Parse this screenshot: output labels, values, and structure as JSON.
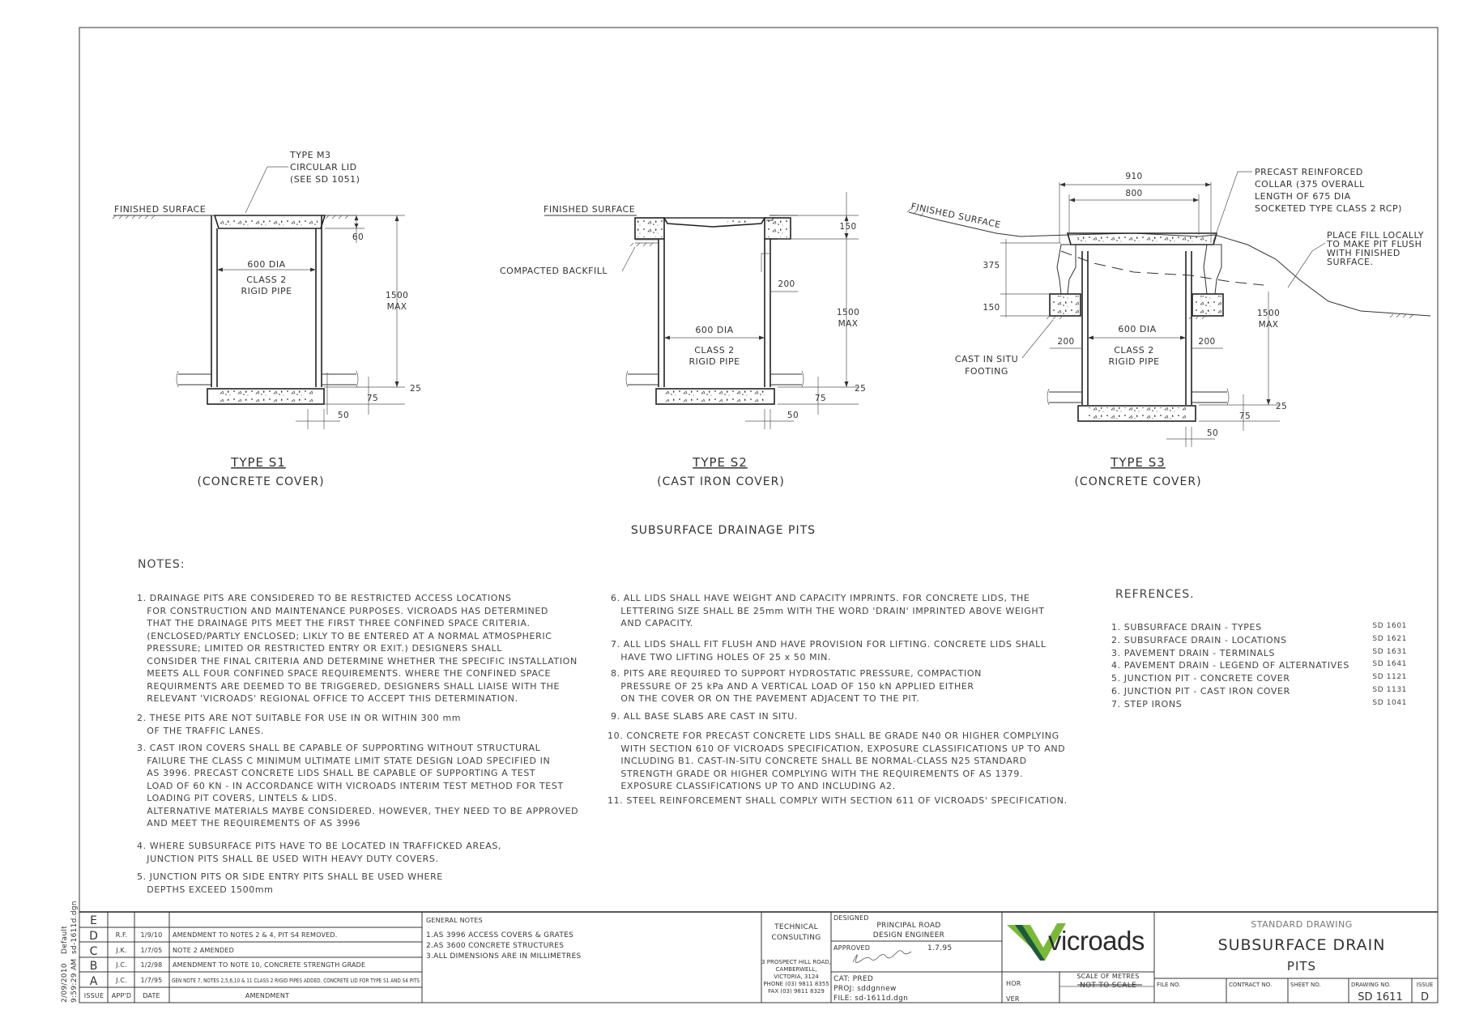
{
  "types": [
    {
      "title": "TYPE S1",
      "sub": "(CONCRETE COVER)"
    },
    {
      "title": "TYPE S2",
      "sub": "(CAST IRON COVER)"
    },
    {
      "title": "TYPE S3",
      "sub": "(CONCRETE COVER)"
    }
  ],
  "main_title": "SUBSURFACE DRAINAGE PITS",
  "labels": {
    "finished_surface": "FINISHED SURFACE",
    "lid_1": "TYPE M3",
    "lid_2": "CIRCULAR LID",
    "lid_3": "(SEE SD 1051)",
    "dia": "600 DIA",
    "pipe_1": "CLASS 2",
    "pipe_2": "RIGID PIPE",
    "max_1": "1500",
    "max_2": "MAX",
    "compacted": "COMPACTED BACKFILL",
    "footing_1": "CAST IN SITU",
    "footing_2": "FOOTING",
    "collar_1": "PRECAST REINFORCED",
    "collar_2": "COLLAR (375 OVERALL",
    "collar_3": "LENGTH OF 675 DIA",
    "collar_4": "SOCKETED TYPE CLASS 2 RCP)",
    "fill_1": "PLACE FILL LOCALLY",
    "fill_2": "TO MAKE PIT FLUSH",
    "fill_3": "WITH FINISHED",
    "fill_4": "SURFACE.",
    "d60": "60",
    "d25": "25",
    "d75": "75",
    "d50": "50",
    "d150": "150",
    "d200": "200",
    "d910": "910",
    "d800": "800",
    "d375": "375"
  },
  "notes_heading": "NOTES:",
  "notes_left": [
    "1. DRAINAGE PITS ARE CONSIDERED TO BE RESTRICTED ACCESS LOCATIONS\n   FOR CONSTRUCTION AND MAINTENANCE PURPOSES. VICROADS HAS DETERMINED\n   THAT THE DRAINAGE PITS MEET THE FIRST THREE CONFINED SPACE CRITERIA.\n   (ENCLOSED/PARTLY ENCLOSED; LIKLY TO BE ENTERED AT A NORMAL ATMOSPHERIC\n   PRESSURE; LIMITED OR RESTRICTED ENTRY OR EXIT.) DESIGNERS SHALL\n   CONSIDER THE FINAL CRITERIA AND DETERMINE WHETHER THE SPECIFIC INSTALLATION\n   MEETS ALL FOUR CONFINED SPACE REQUIREMENTS. WHERE THE CONFINED SPACE\n   REQUIRMENTS ARE DEEMED TO BE TRIGGERED, DESIGNERS SHALL LIAISE WITH THE\n   RELEVANT 'VICROADS' REGIONAL OFFICE TO ACCEPT THIS DETERMINATION.",
    "2. THESE PITS ARE NOT SUITABLE FOR USE IN OR WITHIN 300 mm\n   OF THE TRAFFIC LANES.",
    "3. CAST IRON COVERS SHALL BE CAPABLE OF SUPPORTING WITHOUT STRUCTURAL\n   FAILURE THE CLASS C MINIMUM ULTIMATE LIMIT STATE DESIGN LOAD SPECIFIED IN\n   AS 3996. PRECAST CONCRETE LIDS SHALL BE CAPABLE OF SUPPORTING A TEST\n   LOAD OF 60 KN - IN ACCORDANCE WITH VICROADS INTERIM TEST METHOD FOR TEST\n   LOADING PIT COVERS, LINTELS & LIDS.\n   ALTERNATIVE MATERIALS MAYBE CONSIDERED. HOWEVER, THEY NEED TO BE APPROVED\n   AND MEET THE REQUIREMENTS OF AS 3996",
    "4. WHERE SUBSURFACE PITS HAVE TO BE LOCATED IN TRAFFICKED AREAS,\n   JUNCTION PITS SHALL BE USED WITH HEAVY DUTY COVERS.",
    "5. JUNCTION PITS OR SIDE ENTRY PITS SHALL BE USED WHERE\n   DEPTHS EXCEED 1500mm"
  ],
  "notes_right": [
    "6. ALL LIDS SHALL HAVE WEIGHT AND CAPACITY IMPRINTS. FOR CONCRETE LIDS, THE\n   LETTERING SIZE SHALL BE 25mm WITH THE WORD 'DRAIN' IMPRINTED ABOVE WEIGHT\n   AND CAPACITY.",
    "7. ALL LIDS SHALL FIT FLUSH AND HAVE PROVISION FOR LIFTING. CONCRETE LIDS SHALL\n   HAVE TWO LIFTING HOLES OF 25 x 50 MIN.",
    "8. PITS ARE REQUIRED TO SUPPORT HYDROSTATIC PRESSURE, COMPACTION\n   PRESSURE OF 25 kPa AND A VERTICAL LOAD OF 150 kN APPLIED EITHER\n   ON THE COVER OR ON THE PAVEMENT ADJACENT TO THE PIT.",
    "9. ALL BASE SLABS ARE CAST IN SITU.",
    "10. CONCRETE FOR PRECAST CONCRETE LIDS SHALL BE GRADE N40 OR HIGHER COMPLYING\n    WITH SECTION 610 OF VICROADS SPECIFICATION, EXPOSURE CLASSIFICATIONS UP TO AND\n    INCLUDING B1. CAST-IN-SITU CONCRETE SHALL BE NORMAL-CLASS N25 STANDARD\n    STRENGTH GRADE OR HIGHER COMPLYING WITH THE REQUIREMENTS OF AS 1379.\n    EXPOSURE CLASSIFICATIONS UP TO AND INCLUDING A2.",
    "11. STEEL REINFORCEMENT SHALL COMPLY WITH SECTION 611 OF VICROADS' SPECIFICATION."
  ],
  "references_heading": "REFRENCES.",
  "references": [
    {
      "text": "1. SUBSURFACE DRAIN - TYPES",
      "code": "SD 1601"
    },
    {
      "text": "2. SUBSURFACE DRAIN - LOCATIONS",
      "code": "SD 1621"
    },
    {
      "text": "3. PAVEMENT DRAIN - TERMINALS",
      "code": "SD 1631"
    },
    {
      "text": "4. PAVEMENT DRAIN - LEGEND OF ALTERNATIVES",
      "code": "SD 1641"
    },
    {
      "text": "5. JUNCTION PIT - CONCRETE COVER",
      "code": "SD 1121"
    },
    {
      "text": "6. JUNCTION PIT - CAST IRON COVER",
      "code": "SD 1131"
    },
    {
      "text": "7. STEP IRONS",
      "code": "SD 1041"
    }
  ],
  "side_stamp": [
    "2/09/2010",
    "Default",
    "9:59:29 AM",
    "sd-1611d.dgn"
  ],
  "title_block": {
    "issues": [
      {
        "issue": "E",
        "appd": "",
        "date": "",
        "amendment": ""
      },
      {
        "issue": "D",
        "appd": "R.F.",
        "date": "1/9/10",
        "amendment": "AMENDMENT TO NOTES 2 & 4, PIT S4 REMOVED."
      },
      {
        "issue": "C",
        "appd": "J.K.",
        "date": "1/7/05",
        "amendment": "NOTE 2 AMENDED"
      },
      {
        "issue": "B",
        "appd": "J.C.",
        "date": "1/2/98",
        "amendment": "AMENDMENT TO NOTE 10, CONCRETE STRENGTH GRADE"
      },
      {
        "issue": "A",
        "appd": "J.C.",
        "date": "1/7/95",
        "amendment": "GEN NOTE 7, NOTES 2,5,6,10 & 11 CLASS 2 RIGID PIPES ADDED. CONCRETE LID FOR TYPE S1 AND S4 PITS"
      }
    ],
    "headers": {
      "issue": "ISSUE",
      "appd": "APP'D",
      "date": "DATE",
      "amendment": "AMENDMENT"
    },
    "general_notes_title": "GENERAL NOTES",
    "general_notes": [
      "1.AS 3996 ACCESS COVERS & GRATES",
      "2.AS 3600 CONCRETE STRUCTURES",
      "3.ALL DIMENSIONS ARE IN MILLIMETRES"
    ],
    "consult_1": "TECHNICAL",
    "consult_2": "CONSULTING",
    "address": [
      "3 PROSPECT HILL ROAD,",
      "CAMBERWELL,",
      "VICTORIA, 3124",
      "PHONE (03) 9811 8355",
      "FAX (03) 9811 8329"
    ],
    "designed_label": "DESIGNED",
    "designed_1": "PRINCIPAL ROAD",
    "designed_2": "DESIGN ENGINEER",
    "approved_label": "APPROVED",
    "approved_date": "1.7.95",
    "cat": "CAT: PRED",
    "proj": "PROJ: sddgnnew",
    "file": "FILE: sd-1611d.dgn",
    "logo_text": "vicroads",
    "hor": "HOR",
    "ver": "VER",
    "scale_1": "SCALE OF METRES",
    "scale_2": "NOT TO SCALE",
    "std": "STANDARD DRAWING",
    "title_1": "SUBSURFACE DRAIN",
    "title_2": "PITS",
    "file_no": "FILE NO.",
    "contract_no": "CONTRACT NO.",
    "sheet_no": "SHEET NO.",
    "drawing_no_label": "DRAWING NO.",
    "drawing_no": "SD 1611",
    "issue_label": "ISSUE",
    "issue": "D"
  },
  "colors": {
    "line": "#333333",
    "logo_green": "#7ab83a",
    "logo_dark": "#1e5a3a",
    "logo_text": "#2b2b2b"
  }
}
